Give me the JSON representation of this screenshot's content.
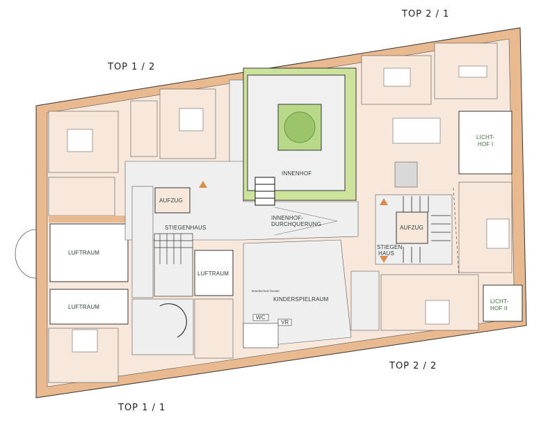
{
  "colors": {
    "wall": "#e9b990",
    "room": "#f8e8dc",
    "circulation": "#efefef",
    "courtyard_green": "#cde39c",
    "void": "#ffffff",
    "line": "#333333"
  },
  "units": {
    "top_1_2": "TOP  1 / 2",
    "top_2_1": "TOP  2 / 1",
    "top_2_2": "TOP  2 / 2",
    "top_1_1": "TOP  1 / 1"
  },
  "rooms": {
    "luftraum_1": "LUFTRAUM",
    "luftraum_2": "LUFTRAUM",
    "luftraum_3": "LUFTRAUM",
    "aufzug_left": "AUFZUG",
    "stiegenhaus_left": "STIEGENHAUS",
    "innenhof": "INNENHOF",
    "durchquerung_1": "INNENHOF-",
    "durchquerung_2": "DURCHQUERUNG",
    "kinderspielraum": "KINDERSPIELRAUM",
    "wc": "WC",
    "vr": "VR",
    "aufzug_right": "AUFZUG",
    "stiegenhaus_right_1": "STIEGEN",
    "stiegenhaus_right_2": "HAUS",
    "lichthof_1_a": "LICHT-",
    "lichthof_1_b": "HOF I",
    "lichthof_2_a": "LICHT-",
    "lichthof_2_b": "HOF II"
  },
  "notes": {
    "fire_window": "Brandschutz fenster"
  }
}
